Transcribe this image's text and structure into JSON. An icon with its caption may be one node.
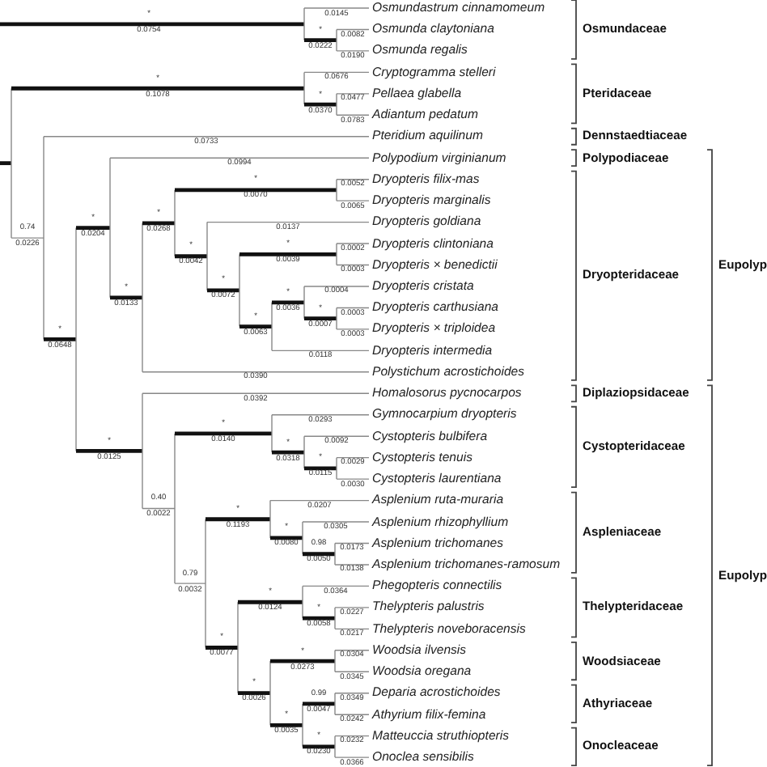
{
  "diagram": {
    "labels": [
      "Osmundastrum cinnamomeum",
      "Osmunda claytoniana",
      "Osmunda regalis",
      "Cryptogramma stelleri",
      "Pellaea glabella",
      "Adiantum pedatum",
      "Pteridium aquilinum",
      "Polypodium virginianum",
      "Dryopteris filix-mas",
      "Dryopteris marginalis",
      "Dryopteris goldiana",
      "Dryopteris clintoniana",
      "Dryopteris × benedictii",
      "Dryopteris cristata",
      "Dryopteris carthusiana",
      "Dryopteris × triploidea",
      "Dryopteris intermedia",
      "Polystichum acrostichoides",
      "Homalosorus pycnocarpos",
      "Gymnocarpium dryopteris",
      "Cystopteris bulbifera",
      "Cystopteris tenuis",
      "Cystopteris laurentiana",
      "Asplenium ruta-muraria",
      "Asplenium rhizophyllium",
      "Asplenium trichomanes",
      "Asplenium trichomanes-ramosum",
      "Phegopteris connectilis",
      "Thelypteris palustris",
      "Thelypteris noveboracensis",
      "Woodsia ilvensis",
      "Woodsia oregana",
      "Deparia acrostichoides",
      "Athyrium filix-femina",
      "Matteuccia struthiopteris",
      "Onoclea sensibilis",
      "Osmundaceae",
      "Pteridaceae",
      "Dennstaedtiaceae",
      "Polypodiaceae",
      "Dryopteridaceae",
      "Diplaziopsidaceae",
      "Cystopteridaceae",
      "Aspleniaceae",
      "Thelypteridaceae",
      "Woodsiaceae",
      "Athyriaceae",
      "Onocleaceae",
      "Eupolyp",
      "Eupolyp",
      "*",
      "0.0754",
      "0.0145",
      "*",
      "0.0222",
      "0.0082",
      "0.0190",
      "*",
      "0.1078",
      "0.0676",
      "*",
      "0.0370",
      "0.0477",
      "0.0783",
      "0.74",
      "0.0226",
      "0.0733",
      "*",
      "0.0648",
      "*",
      "0.0204",
      "0.0994",
      "*",
      "0.0133",
      "*",
      "0.0268",
      "*",
      "0.0070",
      "0.0052",
      "0.0065",
      "*",
      "0.0042",
      "0.0137",
      "*",
      "0.0072",
      "*",
      "0.0039",
      "0.0002",
      "0.0003",
      "*",
      "0.0063",
      "*",
      "0.0036",
      "0.0004",
      "*",
      "0.0007",
      "0.0003",
      "0.0003",
      "0.0118",
      "0.0390",
      "*",
      "0.0125",
      "0.0392",
      "0.40",
      "0.0022",
      "*",
      "0.0140",
      "0.0293",
      "*",
      "0.0318",
      "0.0092",
      "*",
      "0.0115",
      "0.0029",
      "0.0030",
      "0.79",
      "0.0032",
      "*",
      "0.1193",
      "0.0207",
      "*",
      "0.0080",
      "0.0305",
      "0.98",
      "0.0050",
      "0.0173",
      "0.0138",
      "*",
      "0.0077",
      "*",
      "0.0124",
      "0.0364",
      "*",
      "0.0058",
      "0.0227",
      "0.0217",
      "*",
      "0.0026",
      "*",
      "0.0273",
      "0.0304",
      "0.0345",
      "*",
      "0.0035",
      "0.99",
      "0.0047",
      "0.0349",
      "0.0242",
      "*",
      "0.0230",
      "0.0232",
      "0.0366"
    ]
  }
}
